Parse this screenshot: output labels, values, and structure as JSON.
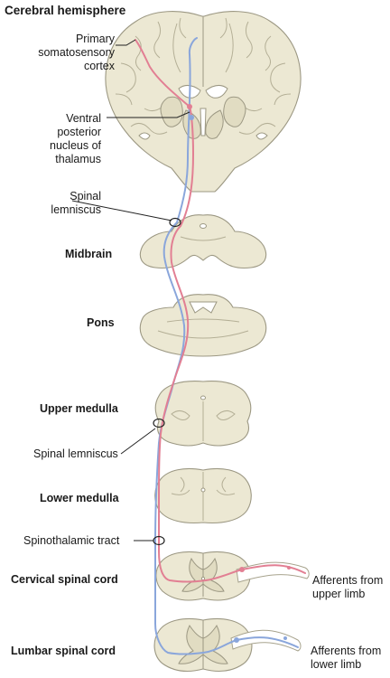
{
  "labels": {
    "cerebral_hemisphere": "Cerebral hemisphere",
    "primary_cortex": [
      "Primary",
      "somatosensory",
      "cortex"
    ],
    "vpn_thalamus": [
      "Ventral",
      "posterior",
      "nucleus of",
      "thalamus"
    ],
    "spinal_lemniscus_upper": [
      "Spinal",
      "lemniscus"
    ],
    "midbrain": "Midbrain",
    "pons": "Pons",
    "upper_medulla": "Upper medulla",
    "spinal_lemniscus_lower": "Spinal lemniscus",
    "lower_medulla": "Lower medulla",
    "spinothalamic_tract": "Spinothalamic tract",
    "cervical_spinal_cord": "Cervical spinal cord",
    "afferents_upper": [
      "Afferents from",
      "upper limb"
    ],
    "lumbar_spinal_cord": "Lumbar spinal cord",
    "afferents_lower": [
      "Afferents from",
      "lower limb"
    ]
  },
  "colors": {
    "upper_limb_pathway": "#e27f93",
    "lower_limb_pathway": "#8aa6db",
    "tissue": "#ece8d3",
    "outline": "#9c9883"
  }
}
